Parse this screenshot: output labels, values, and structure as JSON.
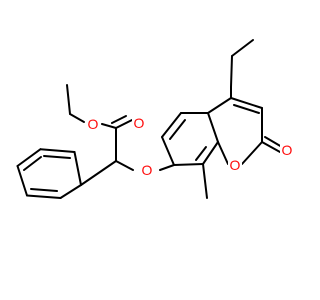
{
  "structure": {
    "atoms": {
      "ester_carbonyl_oxygen": "O",
      "ester_oxygen": "O",
      "ether_oxygen": "O",
      "ring_oxygen": "O",
      "lactone_carbonyl_oxygen": "O"
    }
  },
  "colors": {
    "bond": "#000000",
    "oxygen": "#ff0d0d",
    "background": "#ffffff"
  }
}
